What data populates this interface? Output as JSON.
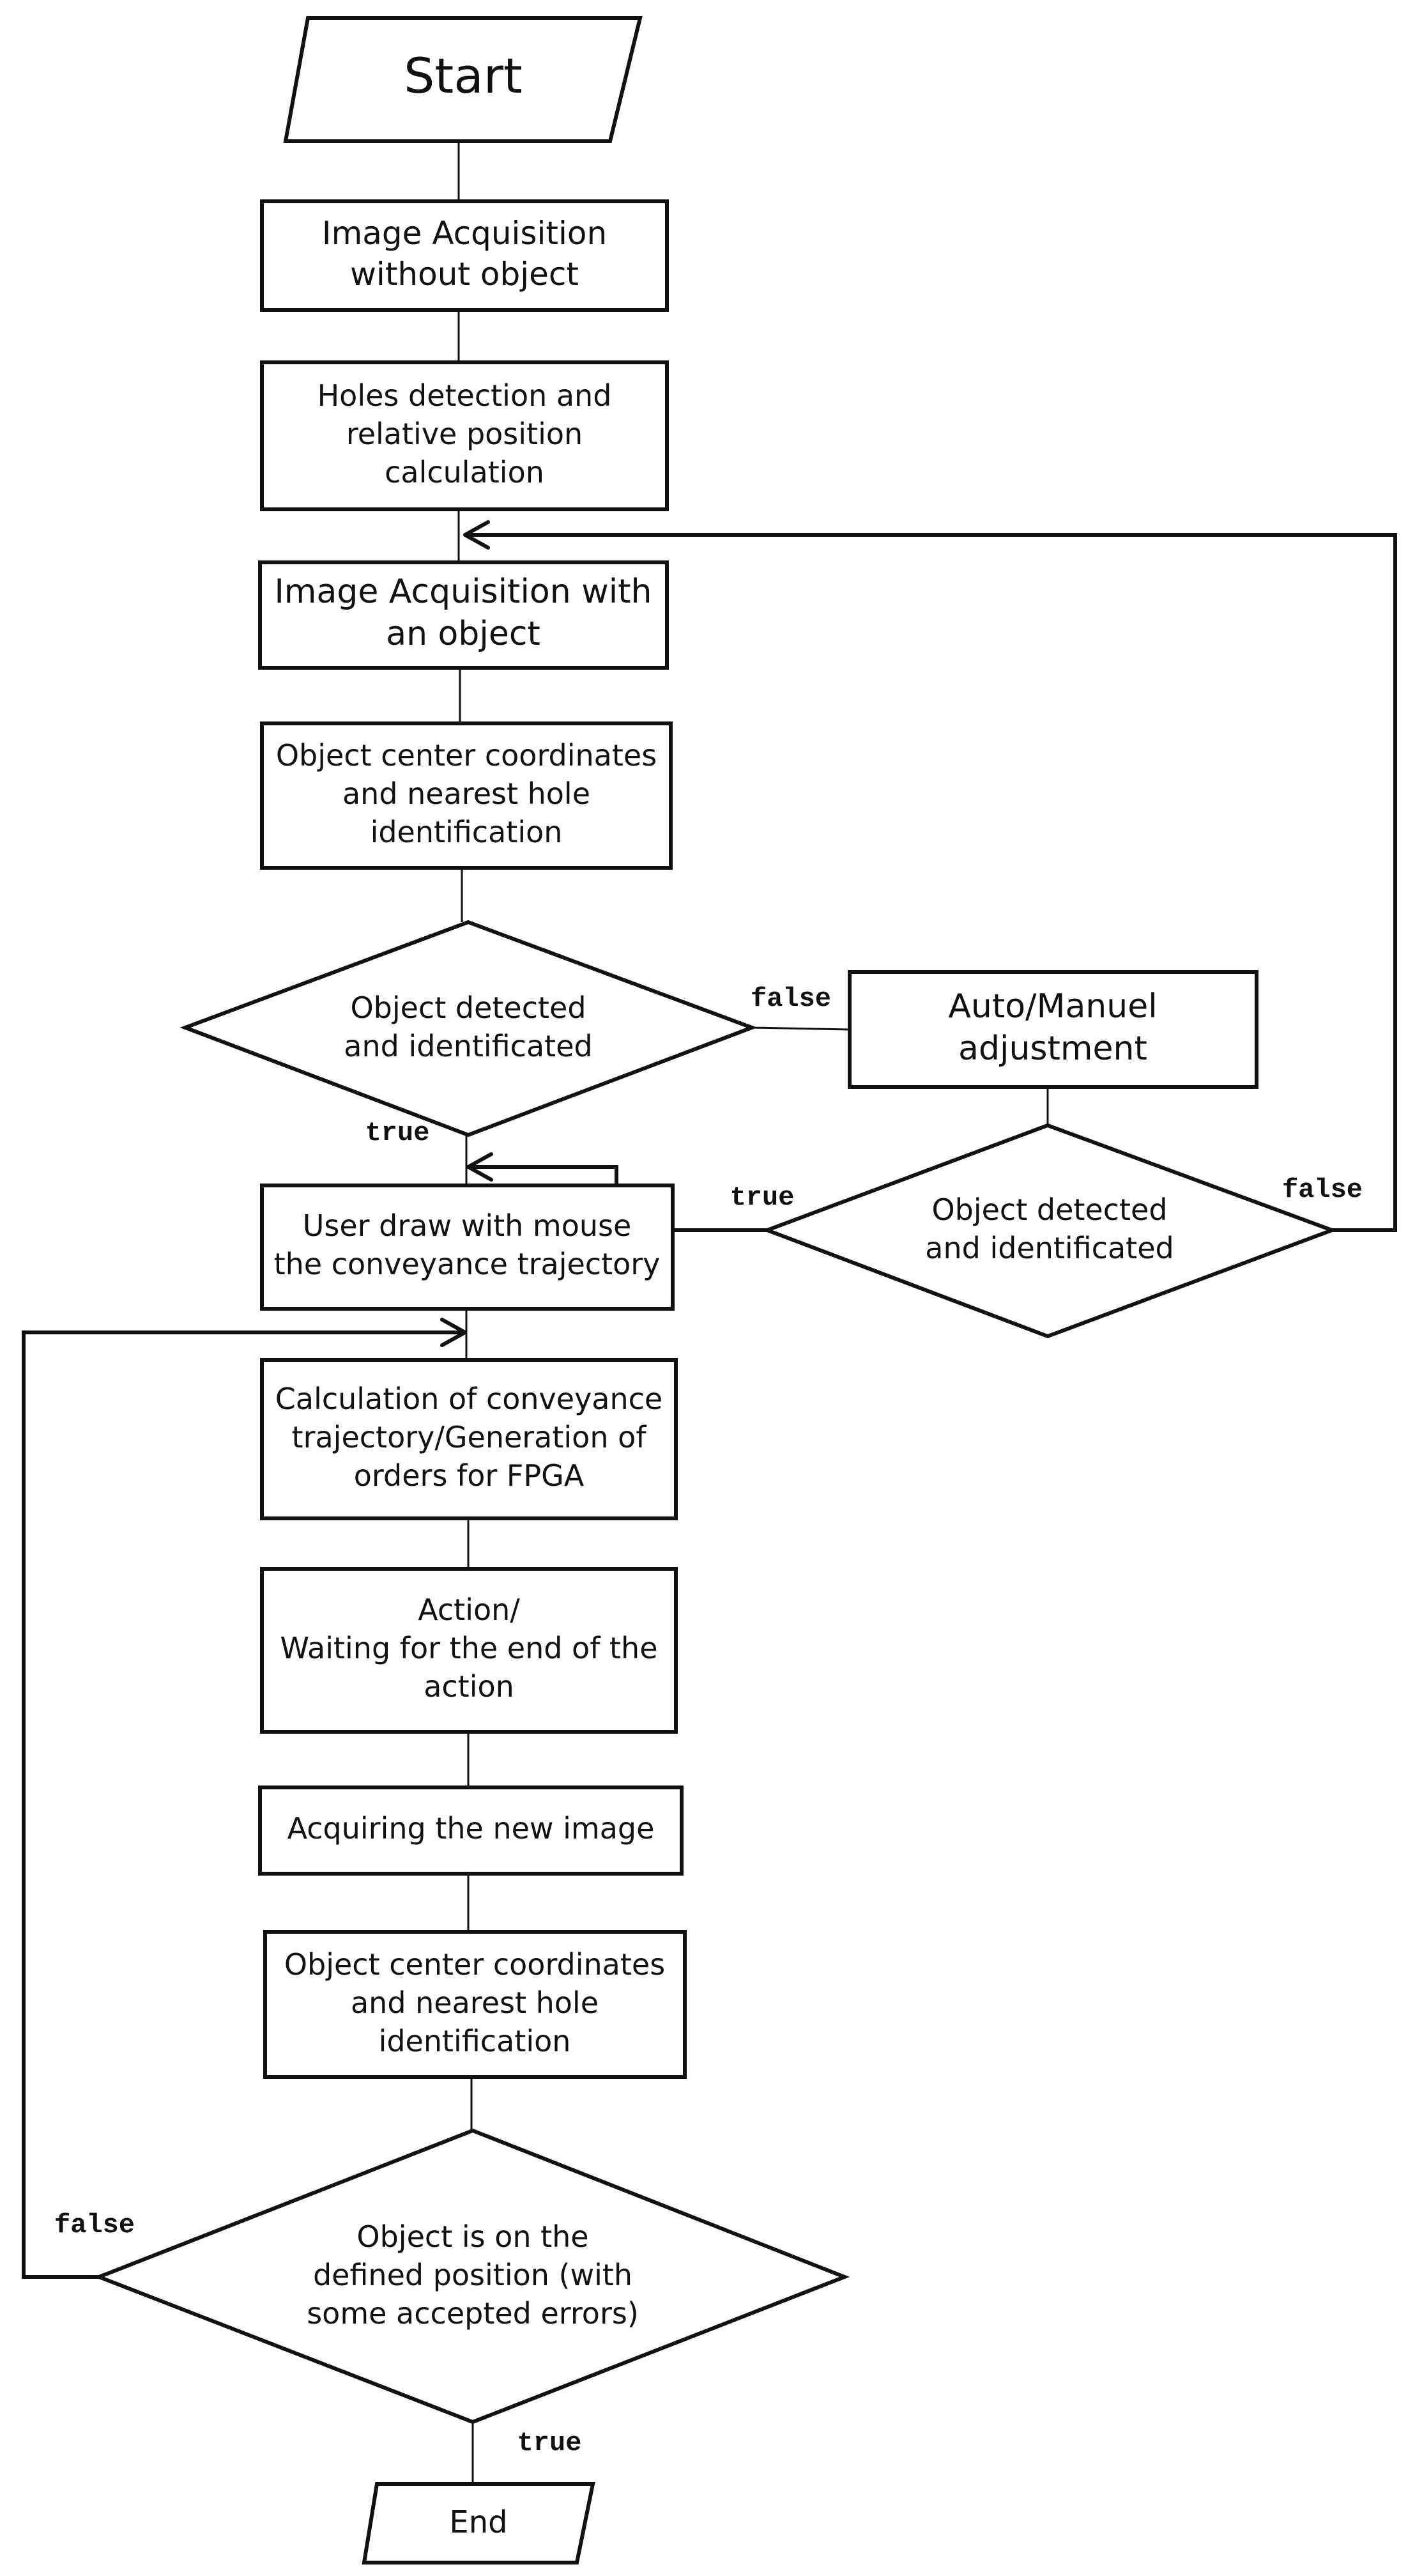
{
  "nodes": {
    "start": {
      "lines": [
        "Start"
      ]
    },
    "acq_no_object": {
      "lines": [
        "Image Acquisition",
        "without object"
      ]
    },
    "holes_detection": {
      "lines": [
        "Holes detection and",
        "relative position",
        "calculation"
      ]
    },
    "acq_with_object": {
      "lines": [
        "Image Acquisition with",
        "an object"
      ]
    },
    "object_center_1": {
      "lines": [
        "Object center coordinates",
        "and nearest hole",
        "identification"
      ]
    },
    "decision_detected_1": {
      "lines": [
        "Object detected",
        "and identificated"
      ]
    },
    "auto_manual": {
      "lines": [
        "Auto/Manuel",
        "adjustment"
      ]
    },
    "decision_detected_2": {
      "lines": [
        "Object detected",
        "and identificated"
      ]
    },
    "user_draw": {
      "lines": [
        "User draw with mouse",
        "the conveyance trajectory"
      ]
    },
    "calculation": {
      "lines": [
        "Calculation of conveyance",
        "trajectory/Generation of",
        "orders for FPGA"
      ]
    },
    "action": {
      "lines": [
        "Action/",
        "Waiting for the end of the",
        "action"
      ]
    },
    "acquiring_new": {
      "lines": [
        "Acquiring the new image"
      ]
    },
    "object_center_2": {
      "lines": [
        "Object center coordinates",
        "and nearest hole",
        "identification"
      ]
    },
    "decision_position": {
      "lines": [
        "Object is on the",
        "defined position (with",
        "some accepted errors)"
      ]
    },
    "end": {
      "lines": [
        "End"
      ]
    }
  },
  "edge_labels": {
    "d1_false": "false",
    "d1_true": "true",
    "d2_true": "true",
    "d2_false": "false",
    "d3_false": "false",
    "d3_true": "true"
  }
}
